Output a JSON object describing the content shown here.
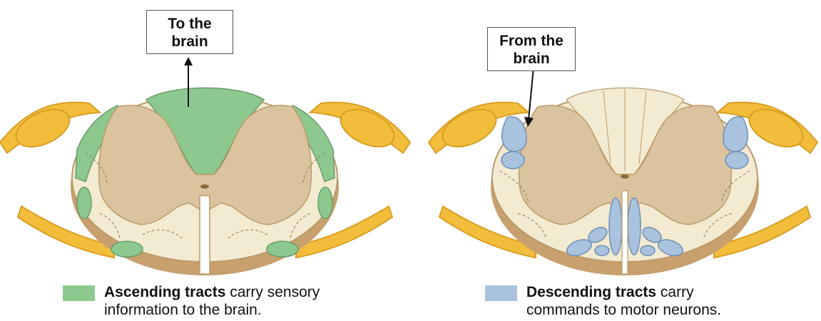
{
  "panels": {
    "ascending": {
      "box_line1": "To the",
      "box_line2": "brain",
      "legend_bold": "Ascending tracts",
      "legend_line1_rest": " carry sensory",
      "legend_line2": "information to the brain.",
      "tract_color": "#8dc98e"
    },
    "descending": {
      "box_line1": "From the",
      "box_line2": "brain",
      "legend_bold": "Descending tracts",
      "legend_line1_rest": " carry",
      "legend_line2": "commands to motor neurons.",
      "tract_color": "#a9c3de"
    }
  },
  "colors": {
    "white_matter": "#f3ead2",
    "gray_matter": "#dcc39f",
    "cord_edge": "#b99a6a",
    "cord_rim": "#c8a06e",
    "nerve": "#f3bd3c",
    "nerve_dark": "#e0a323"
  }
}
